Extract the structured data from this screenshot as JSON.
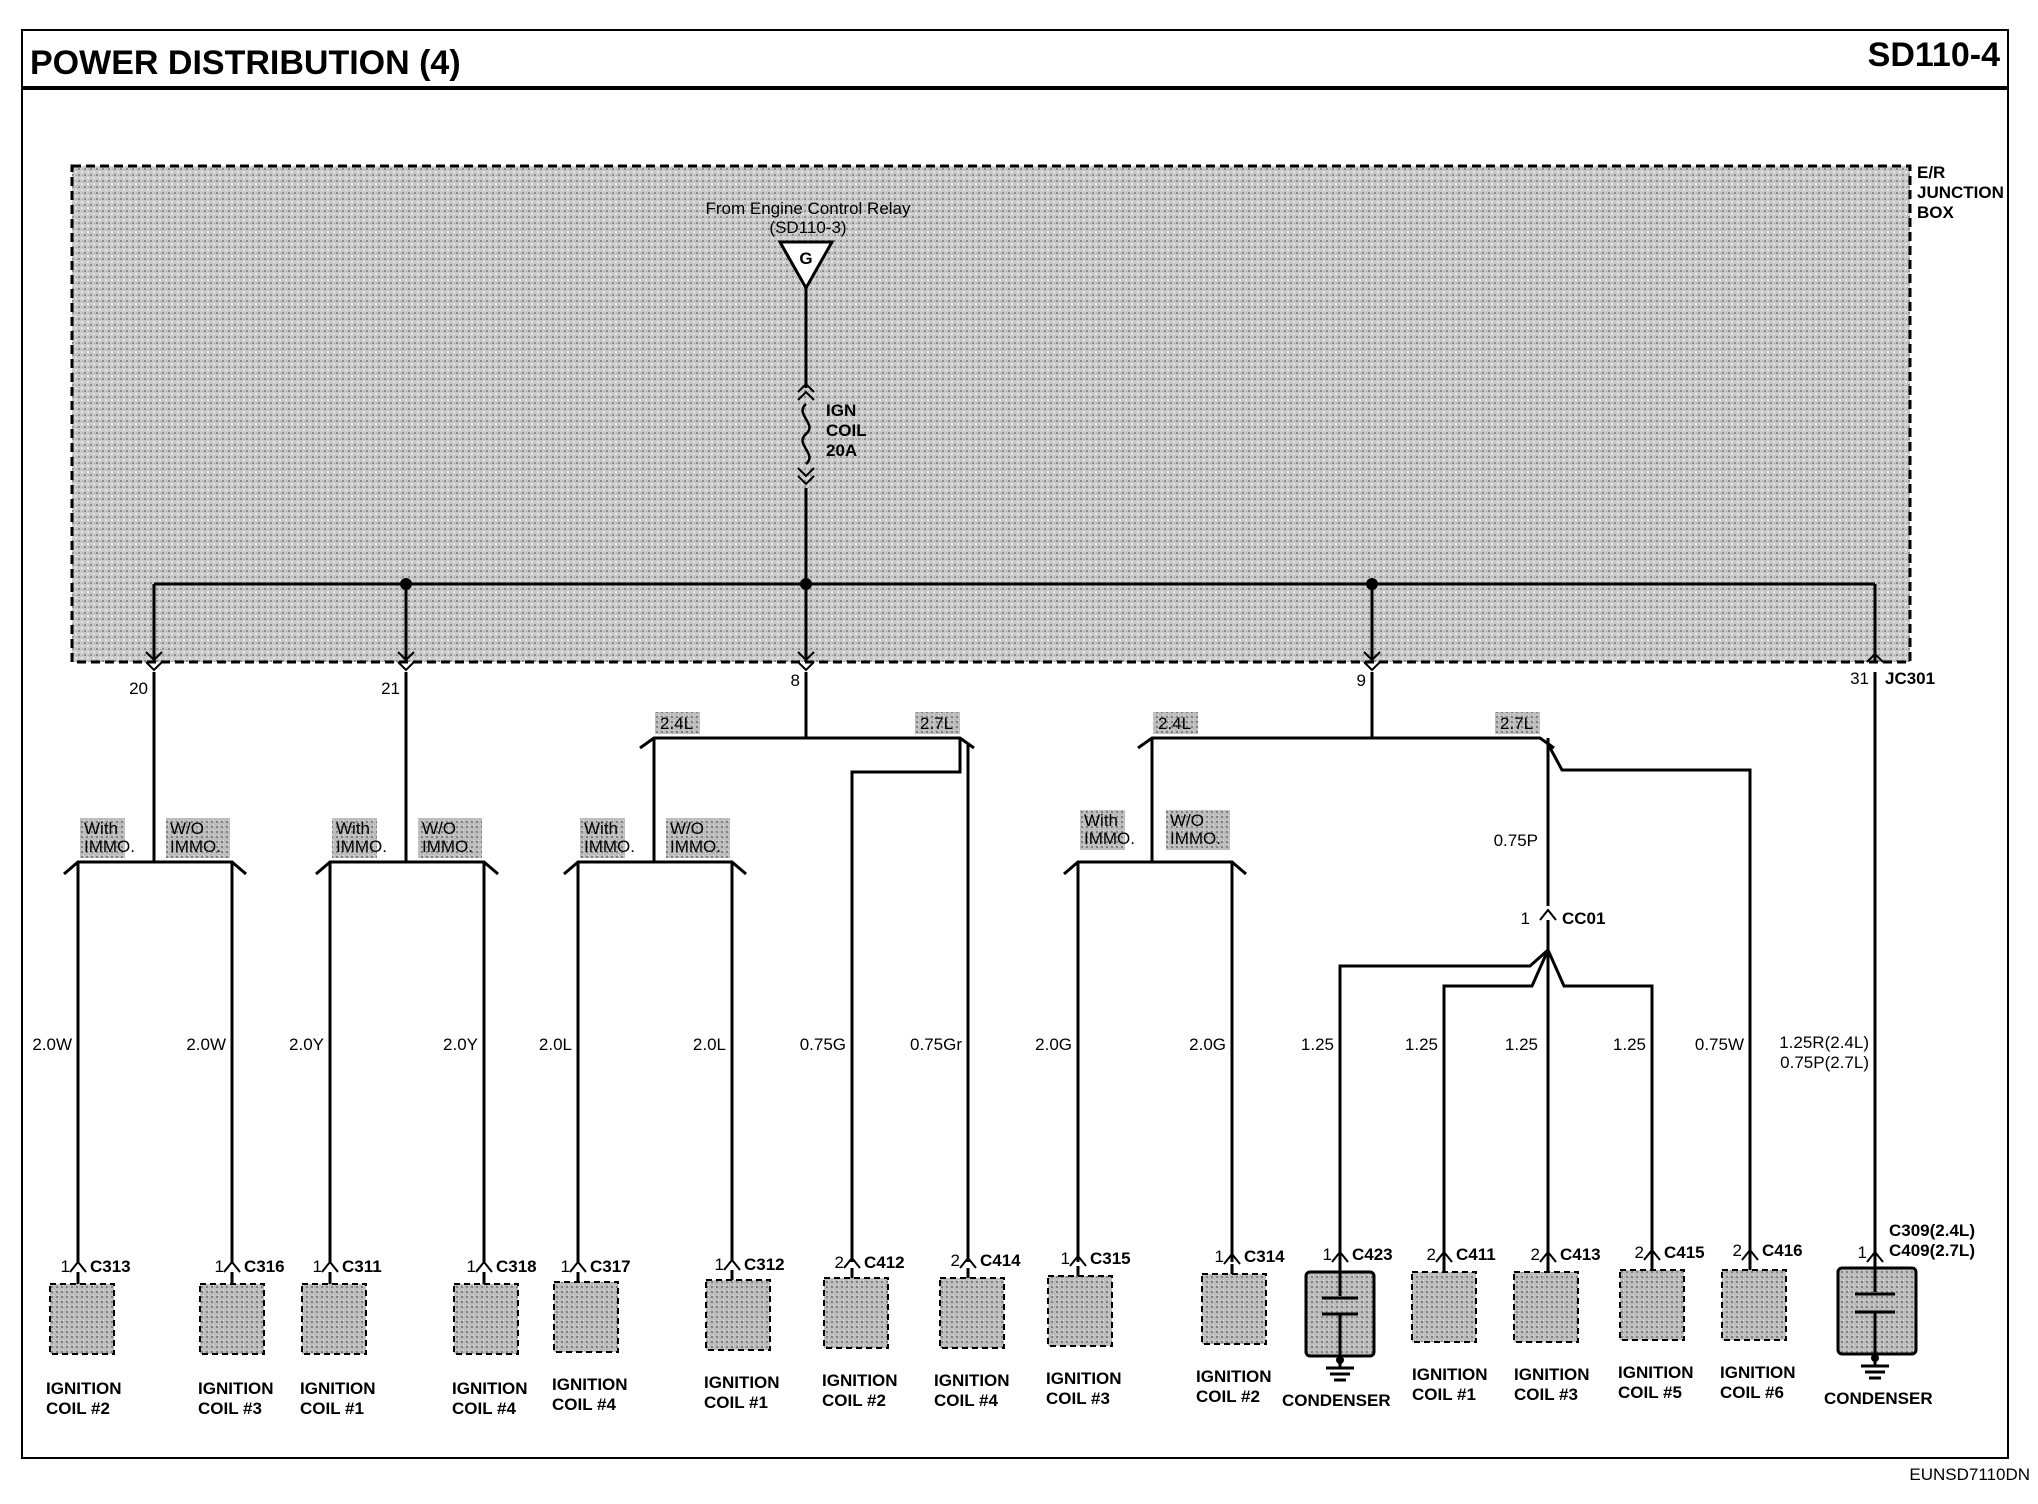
{
  "header": {
    "title": "POWER DISTRIBUTION (4)",
    "page_code": "SD110-4"
  },
  "footer": {
    "code": "EUNSD7110DN"
  },
  "junction_box": {
    "label_line1": "E/R",
    "label_line2": "JUNCTION",
    "label_line3": "BOX"
  },
  "source": {
    "text_line1": "From Engine Control Relay",
    "text_line2": "(SD110-3)",
    "connector": "G"
  },
  "fuse": {
    "line1": "IGN",
    "line2": "COIL",
    "line3": "20A"
  },
  "terminals": [
    "20",
    "21",
    "8",
    "9",
    "31"
  ],
  "jc_label": "JC301",
  "engine_labels": {
    "l24": "2.4L",
    "l27": "2.7L"
  },
  "immo": {
    "with_1": "With",
    "with_2": "IMMO.",
    "without_1": "W/O",
    "without_2": "IMMO."
  },
  "cc01": {
    "pin": "1",
    "name": "CC01",
    "wire": "0.75P"
  },
  "wire_labels": [
    "2.0W",
    "2.0W",
    "2.0Y",
    "2.0Y",
    "2.0L",
    "2.0L",
    "0.75G",
    "0.75Gr",
    "2.0G",
    "2.0G",
    "1.25",
    "1.25",
    "1.25",
    "1.25",
    "0.75W"
  ],
  "wire_label_last": {
    "line1": "1.25R(2.4L)",
    "line2": "0.75P(2.7L)"
  },
  "connectors": [
    {
      "pin": "1",
      "name": "C313",
      "comp1": "IGNITION",
      "comp2": "COIL #2"
    },
    {
      "pin": "1",
      "name": "C316",
      "comp1": "IGNITION",
      "comp2": "COIL #3"
    },
    {
      "pin": "1",
      "name": "C311",
      "comp1": "IGNITION",
      "comp2": "COIL #1"
    },
    {
      "pin": "1",
      "name": "C318",
      "comp1": "IGNITION",
      "comp2": "COIL #4"
    },
    {
      "pin": "1",
      "name": "C317",
      "comp1": "IGNITION",
      "comp2": "COIL #4"
    },
    {
      "pin": "1",
      "name": "C312",
      "comp1": "IGNITION",
      "comp2": "COIL #1"
    },
    {
      "pin": "2",
      "name": "C412",
      "comp1": "IGNITION",
      "comp2": "COIL #2"
    },
    {
      "pin": "2",
      "name": "C414",
      "comp1": "IGNITION",
      "comp2": "COIL #4"
    },
    {
      "pin": "1",
      "name": "C315",
      "comp1": "IGNITION",
      "comp2": "COIL #3"
    },
    {
      "pin": "1",
      "name": "C314",
      "comp1": "IGNITION",
      "comp2": "COIL #2"
    },
    {
      "pin": "1",
      "name": "C423",
      "comp1": "CONDENSER",
      "comp2": ""
    },
    {
      "pin": "2",
      "name": "C411",
      "comp1": "IGNITION",
      "comp2": "COIL #1"
    },
    {
      "pin": "2",
      "name": "C413",
      "comp1": "IGNITION",
      "comp2": "COIL #3"
    },
    {
      "pin": "2",
      "name": "C415",
      "comp1": "IGNITION",
      "comp2": "COIL #5"
    },
    {
      "pin": "2",
      "name": "C416",
      "comp1": "IGNITION",
      "comp2": "COIL #6"
    }
  ],
  "last_connector": {
    "pin": "1",
    "name1": "C309(2.4L)",
    "name2": "C409(2.7L)",
    "comp": "CONDENSER"
  }
}
